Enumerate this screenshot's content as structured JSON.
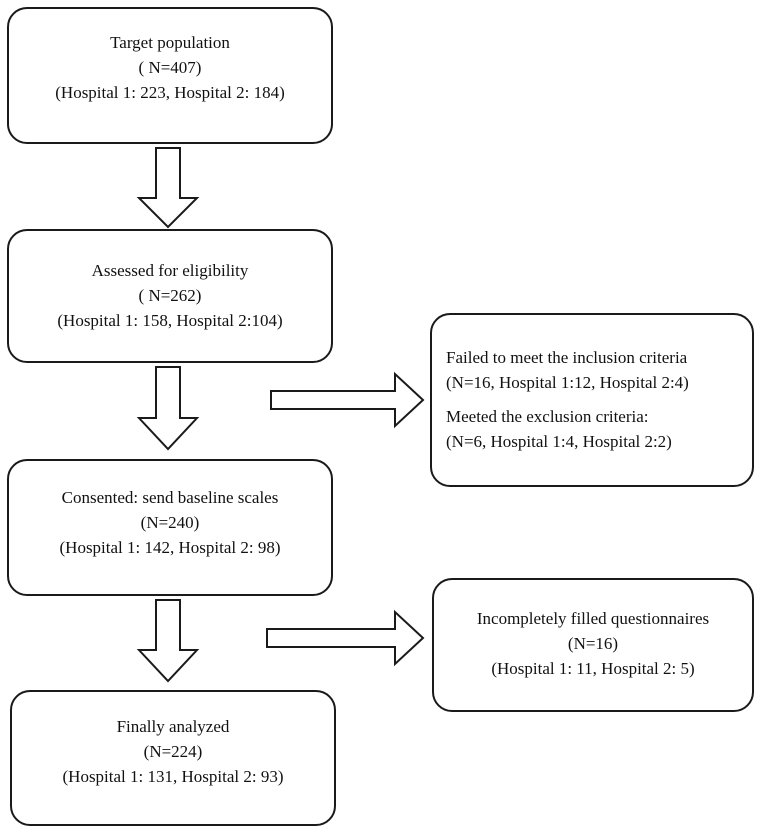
{
  "boxes": {
    "target": {
      "lines": [
        "Target population",
        "( N=407)",
        "(Hospital 1: 223, Hospital 2: 184)"
      ]
    },
    "assessed": {
      "lines": [
        "Assessed for eligibility",
        "( N=262)",
        "(Hospital 1: 158, Hospital 2:104)"
      ]
    },
    "consented": {
      "lines": [
        "Consented: send baseline scales",
        "(N=240)",
        "(Hospital  1: 142, Hospital  2: 98)"
      ]
    },
    "analyzed": {
      "lines": [
        "Finally analyzed",
        "(N=224)",
        "(Hospital  1: 131, Hospital  2: 93)"
      ]
    },
    "excluded": {
      "lines": [
        "Failed to meet the inclusion criteria",
        "(N=16, Hospital  1:12, Hospital  2:4)",
        "Meeted the exclusion criteria:",
        "(N=6, Hospital  1:4, Hospital  2:2)"
      ]
    },
    "incomplete": {
      "lines": [
        "Incompletely filled questionnaires",
        "(N=16)",
        "(Hospital  1: 11, Hospital  2: 5)"
      ]
    }
  }
}
